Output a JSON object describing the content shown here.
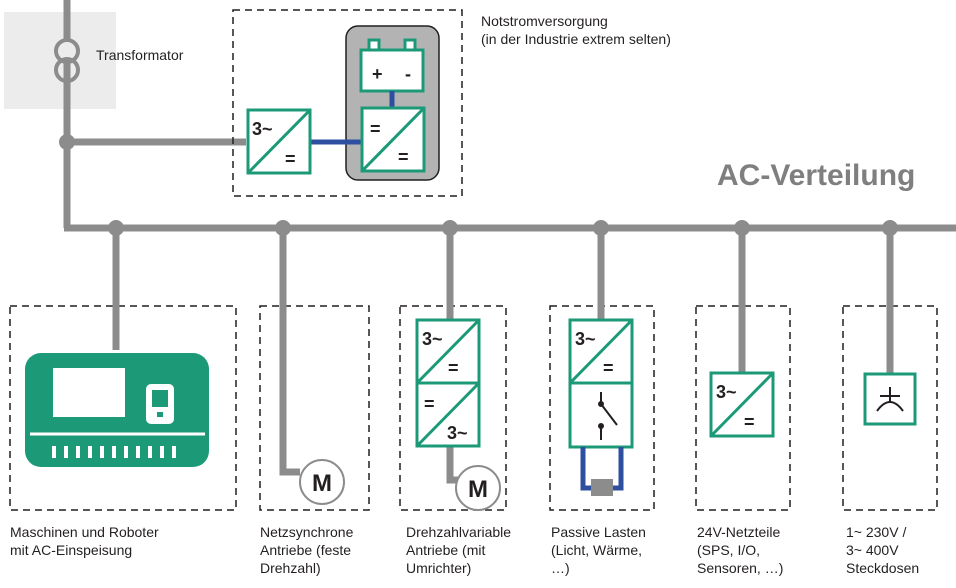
{
  "diagram": {
    "transformer_label": "Transformator",
    "backup": {
      "label_line1": "Notstromversorgung",
      "label_line2": "(in der Industrie extrem selten)",
      "battery_plus": "+",
      "battery_minus": "-",
      "rectifier_in": "3~",
      "rectifier_out": "=",
      "dcdc_in": "=",
      "dcdc_out": "="
    },
    "bus_label": "AC-Verteilung",
    "loads": [
      {
        "label_lines": [
          "Maschinen und Roboter",
          "mit AC-Einspeisung"
        ]
      },
      {
        "label_lines": [
          "Netzsynchrone",
          "Antriebe (feste",
          "Drehzahl)"
        ],
        "motor": "M"
      },
      {
        "label_lines": [
          "Drehzahlvariable",
          "Antriebe (mit",
          "Umrichter)"
        ],
        "motor": "M",
        "conv1_in": "3~",
        "conv1_out": "=",
        "conv2_in": "=",
        "conv2_out": "3~"
      },
      {
        "label_lines": [
          "Passive Lasten",
          "(Licht, Wärme,",
          "…)"
        ],
        "conv_in": "3~",
        "conv_out": "="
      },
      {
        "label_lines": [
          "24V-Netzteile",
          "(SPS, I/O,",
          "Sensoren, …)"
        ],
        "conv_in": "3~",
        "conv_out": "="
      },
      {
        "label_lines": [
          "1~ 230V /",
          "3~ 400V",
          "Steckdosen"
        ]
      }
    ],
    "colors": {
      "line": "#8c8c8c",
      "accent": "#1c9a78",
      "dc_link": "#2e4fa0",
      "text": "#231f20",
      "bus_label": "#7f7f7f",
      "transformer_bg": "#ececec",
      "battery_box": "#b3b3b3"
    },
    "icons": [
      "transformer-icon",
      "battery-icon",
      "motor-icon",
      "switch-icon",
      "socket-icon",
      "machine-icon"
    ]
  }
}
